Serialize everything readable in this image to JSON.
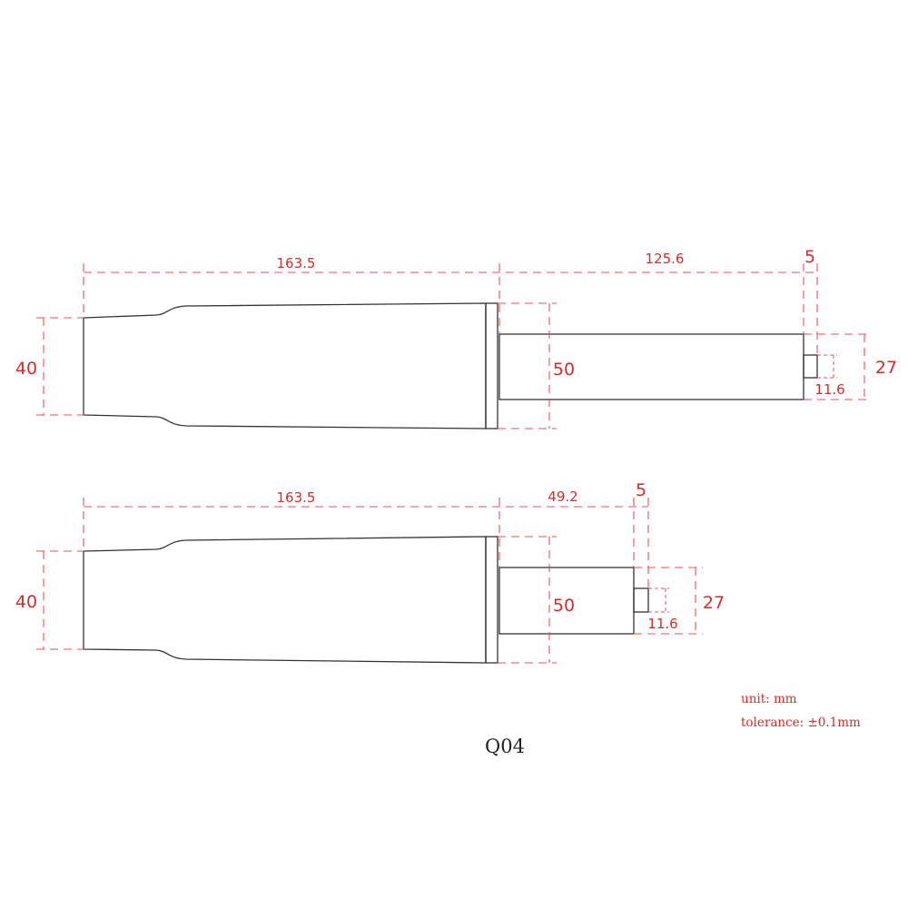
{
  "views": [
    {
      "dims": {
        "body_length": "163.5",
        "rod_length": "125.6",
        "end_length": "5",
        "body_diameter": "40",
        "flange_diameter": "50",
        "rod_diameter": "27",
        "tip_diameter": "11.6"
      }
    },
    {
      "dims": {
        "body_length": "163.5",
        "rod_length": "49.2",
        "end_length": "5",
        "body_diameter": "40",
        "flange_diameter": "50",
        "rod_diameter": "27",
        "tip_diameter": "11.6"
      }
    }
  ],
  "notes": {
    "unit": "unit:  mm",
    "tolerance": "tolerance: ±0.1mm"
  },
  "part_label": "Q04",
  "colors": {
    "dimension": "#e8505b",
    "dimension_text": "#d62c2c",
    "outline": "#333333"
  }
}
